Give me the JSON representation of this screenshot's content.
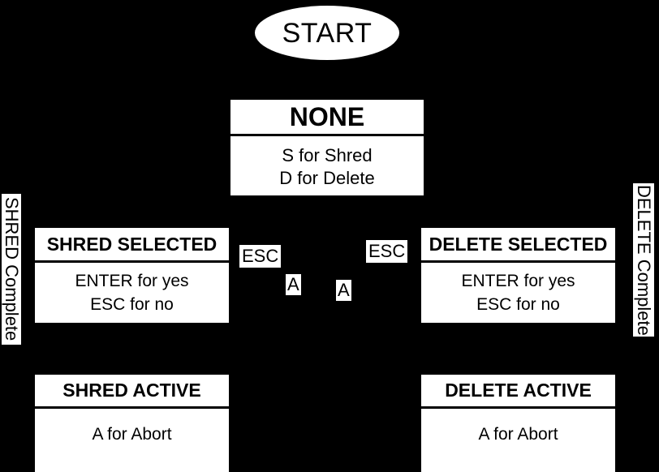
{
  "diagram": {
    "title": "Shred / Delete key-handling state diagram",
    "background_color": "#000000",
    "node_fill": "#ffffff",
    "node_text_color": "#000000",
    "start": {
      "label": "START",
      "shape": "ellipse"
    },
    "states": [
      {
        "id": "none",
        "title": "NONE",
        "body": [
          "S for Shred",
          "D for Delete"
        ]
      },
      {
        "id": "shred-selected",
        "title": "SHRED SELECTED",
        "body": [
          "ENTER for yes",
          "ESC for no"
        ]
      },
      {
        "id": "delete-selected",
        "title": "DELETE SELECTED",
        "body": [
          "ENTER for yes",
          "ESC for no"
        ]
      },
      {
        "id": "shred-active",
        "title": "SHRED ACTIVE",
        "body": [
          "A for Abort"
        ]
      },
      {
        "id": "delete-active",
        "title": "DELETE ACTIVE",
        "body": [
          "A for Abort"
        ]
      }
    ],
    "edge_labels": {
      "esc_left": "ESC",
      "esc_right": "ESC",
      "abort_left": "A",
      "abort_right": "A"
    },
    "side_labels": {
      "shred_complete": "SHRED Complete",
      "delete_complete": "DELETE Complete"
    }
  }
}
